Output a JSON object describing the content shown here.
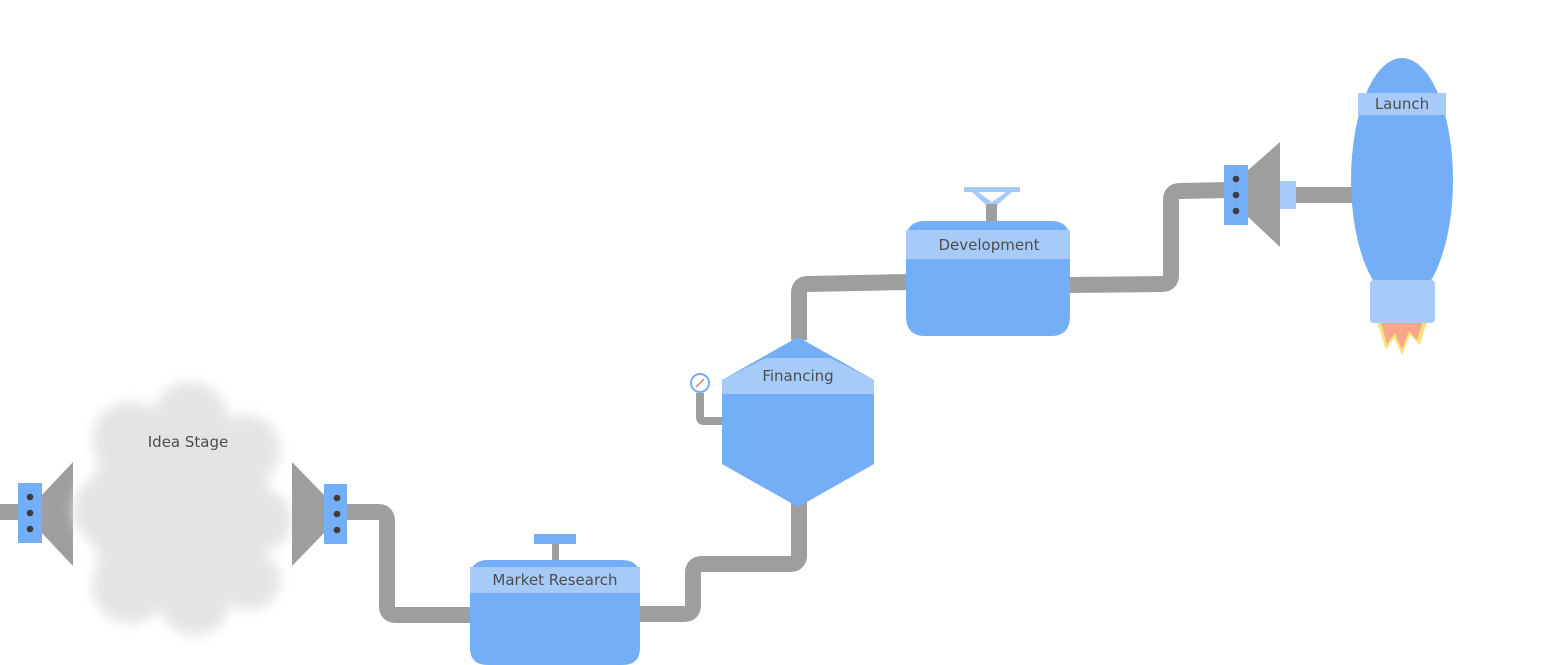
{
  "stages": {
    "idea": "Idea Stage",
    "market_research": "Market Research",
    "financing": "Financing",
    "development": "Development",
    "launch": "Launch"
  },
  "colors": {
    "tank_blue": "#74aef6",
    "band_light": "#a7cbf8",
    "pipe_gray": "#9e9e9e",
    "cloud_gray": "#e6e6e6",
    "flame_orange": "#f9a58a",
    "flame_yellow": "#f6e27a",
    "bolt_dark": "#3d3d3d"
  },
  "icons": [
    "funnel-icon",
    "cloud-icon",
    "valve-handle-icon",
    "pressure-gauge-icon",
    "sprinkler-valve-icon",
    "rocket-icon",
    "flame-icon"
  ]
}
